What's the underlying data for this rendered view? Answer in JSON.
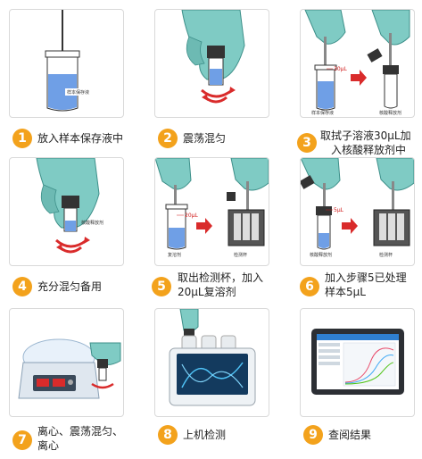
{
  "steps": [
    {
      "number": "1",
      "text_lines": [
        "放入样本保存液中"
      ],
      "tube_label": "样本保存液"
    },
    {
      "number": "2",
      "text_lines": [
        "震荡混匀"
      ]
    },
    {
      "number": "3",
      "text_lines": [
        "取拭子溶液30μL加",
        "入核酸释放剂中"
      ],
      "volume_label": "30μL",
      "tube_label": "样本保存液",
      "tube_label_2": "核酸释放剂"
    },
    {
      "number": "4",
      "text_lines": [
        "充分混匀备用"
      ],
      "tube_label": "核酸释放剂"
    },
    {
      "number": "5",
      "text_lines": [
        "取出检测杯，加入",
        "20μL复溶剂"
      ],
      "volume_label": "20μL",
      "tube_label": "复溶剂",
      "tube_label_2": "检测杯"
    },
    {
      "number": "6",
      "text_lines": [
        "加入步骤5已处理",
        "样本5μL"
      ],
      "volume_label": "5μL",
      "tube_label": "核酸释放剂",
      "tube_label_2": "检测杯"
    },
    {
      "number": "7",
      "text_lines": [
        "离心、震荡混匀、",
        "离心"
      ]
    },
    {
      "number": "8",
      "text_lines": [
        "上机检测"
      ]
    },
    {
      "number": "9",
      "text_lines": [
        "查阅结果"
      ]
    }
  ],
  "colors": {
    "accent": "#f3a21c",
    "glove": "#7fcbc4",
    "liquid": "#6f9fe6",
    "arrow": "#d92b2b"
  }
}
